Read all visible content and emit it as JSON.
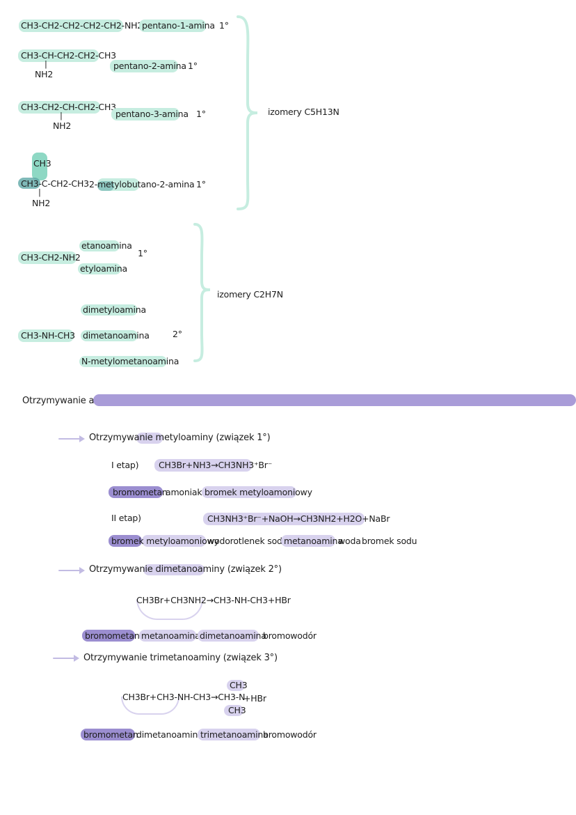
{
  "c5": {
    "r1": {
      "formula": "CH3-CH2-CH2-CH2-CH2-NH2",
      "name": "pentano-1-amina",
      "order": "1°"
    },
    "r2": {
      "formula": "CH3-CH-CH2-CH2-CH3",
      "sub": "NH2",
      "name": "pentano-2-amina",
      "order": "1°"
    },
    "r3": {
      "formula": "CH3-CH2-CH-CH2-CH3",
      "sub": "NH2",
      "name": "pentano-3-amina",
      "order": "1°"
    },
    "r4": {
      "top": "CH3",
      "formula": "CH3-C-CH2-CH3",
      "sub": "NH2",
      "name": "2-metylobutano-2-amina",
      "order": "1°"
    },
    "label": "izomery C5H13N"
  },
  "c2": {
    "a": {
      "formula": "CH3-CH2-NH2",
      "name1": "etanoamina",
      "name2": "etyloamina",
      "order": "1°"
    },
    "b": {
      "formula": "CH3-NH-CH3",
      "name1": "dimetyloamina",
      "name2": "dimetanoamina",
      "name3": "N-metylometanoamina",
      "order": "2°"
    },
    "label": "izomery C2H7N"
  },
  "section_title": "Otrzymywanie amin",
  "s1": {
    "title": "Otrzymywanie metyloaminy (związek 1°)",
    "etap1_label": "I etap)",
    "etap1_eq": "CH3Br+NH3→CH3NH3⁺Br⁻",
    "etap1_n1": "bromometan",
    "etap1_n2": "amoniak",
    "etap1_n3": "bromek metyloamoniowy",
    "etap2_label": "II etap)",
    "etap2_eq": "CH3NH3⁺Br⁻+NaOH→CH3NH2+H2O+NaBr",
    "etap2_n1": "bromek metyloamoniowy",
    "etap2_n2": "wodorotlenek sodu",
    "etap2_n3": "metanoamina",
    "etap2_n4": "woda",
    "etap2_n5": "bromek sodu"
  },
  "s2": {
    "title": "Otrzymywanie dimetanoaminy (związek 2°)",
    "eq": "CH3Br+CH3NH2→CH3-NH-CH3+HBr",
    "n1": "bromometan",
    "n2": "metanoamina",
    "n3": "dimetanoamina",
    "n4": "bromowodór"
  },
  "s3": {
    "title": "Otrzymywanie trimetanoaminy (związek 3°)",
    "eq_left": "CH3Br+CH3-NH-CH3→CH3-N",
    "eq_top": "CH3",
    "eq_bottom": "CH3",
    "eq_right": "+HBr",
    "n1": "bromometan",
    "n2": "dimetanoamina",
    "n3": "trimetanoamina",
    "n4": "bromowodór"
  },
  "colors": {
    "mint": "#c6ede0",
    "teal": "#5fa7a6",
    "lavender": "#d8d2ee",
    "purple": "#a99cd8"
  }
}
